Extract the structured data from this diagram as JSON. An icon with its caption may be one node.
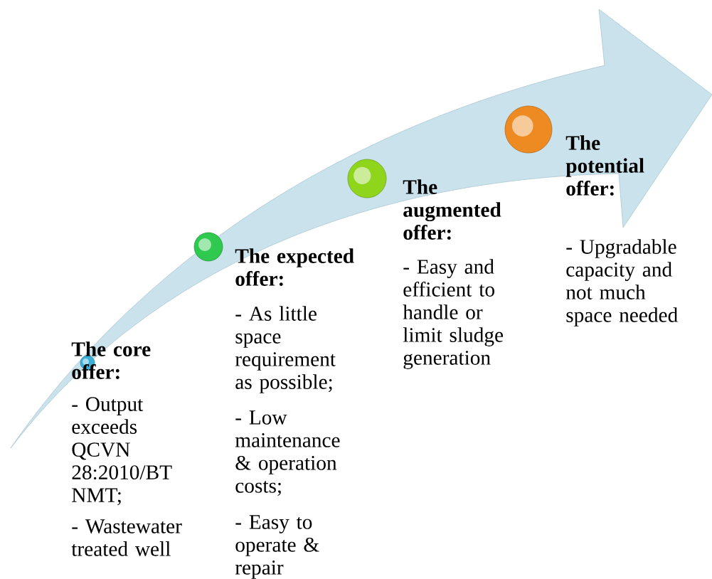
{
  "diagram": {
    "labels": [
      "The core offer:",
      "- Output exceeds QCVN 28:2010/BT NMT;",
      "- Wastewater treated well",
      "The expected offer:",
      "- As little space requirement as possible;",
      "- Low maintenance & operation costs;",
      "- Easy to operate & repair",
      "The augmented offer:",
      "- Easy and efficient to handle or limit sludge generation",
      "The potential offer:",
      "- Upgradable capacity and not much space needed"
    ]
  }
}
